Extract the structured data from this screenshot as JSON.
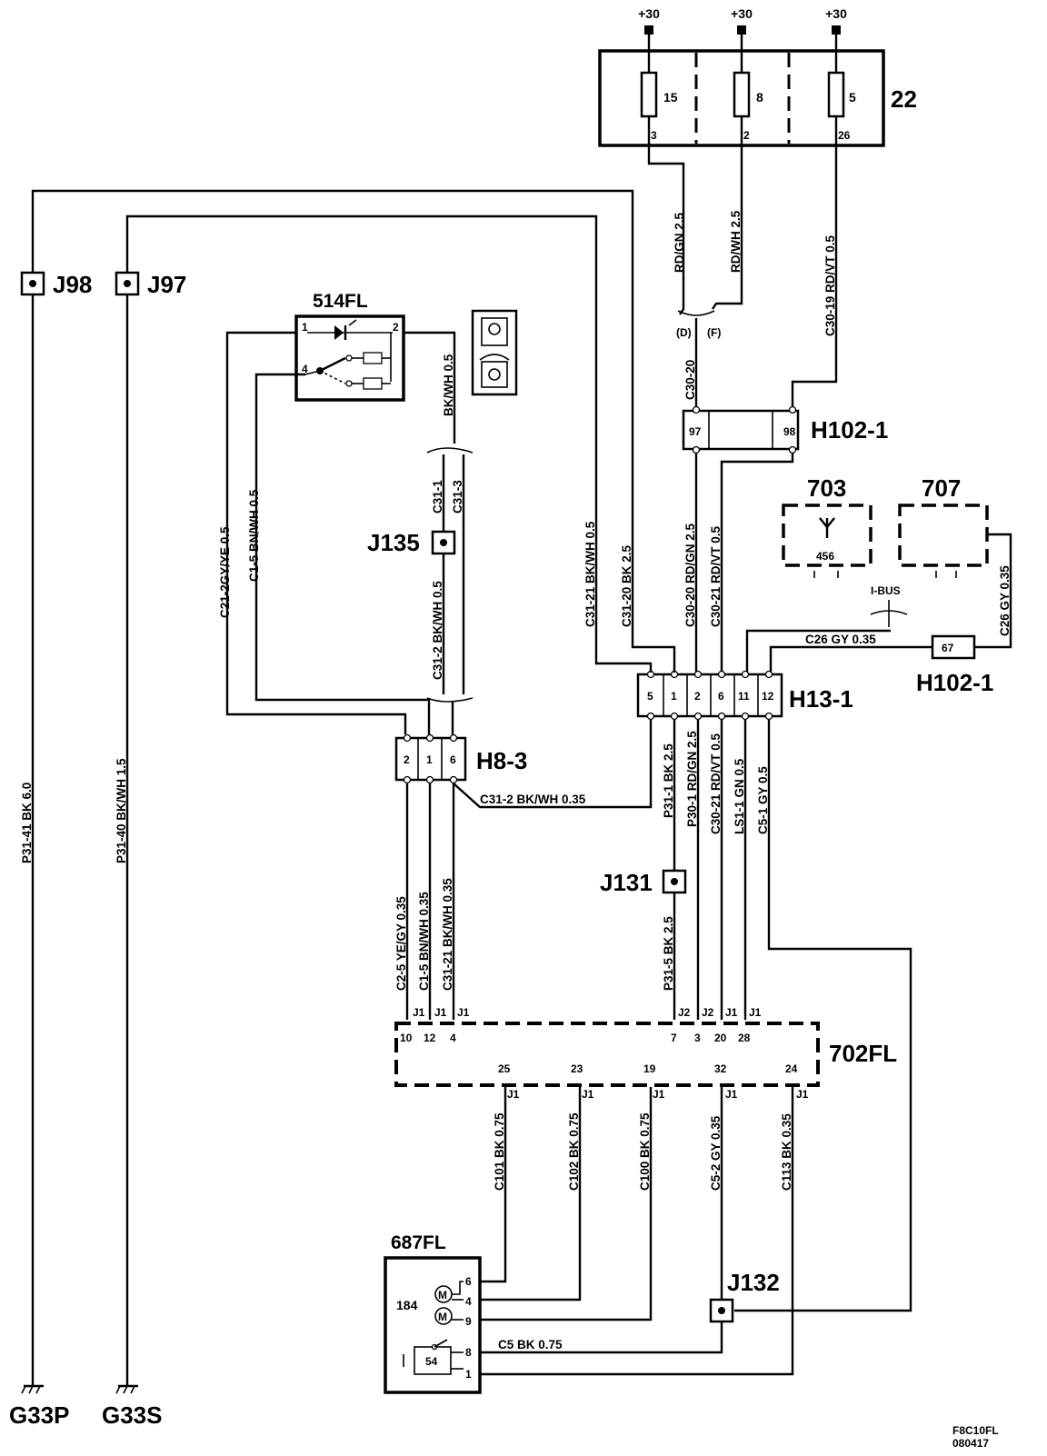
{
  "colors": {
    "ink": "#000000",
    "paper": "#ffffff"
  },
  "supply": {
    "label": "+30"
  },
  "fuse_box": {
    "id": "22",
    "fuses": [
      {
        "number": "15",
        "output_pin": "3"
      },
      {
        "number": "8",
        "output_pin": "2"
      },
      {
        "number": "5",
        "output_pin": "26"
      }
    ]
  },
  "splices": {
    "j98": "J98",
    "j97": "J97",
    "j135": "J135",
    "j131": "J131",
    "j132": "J132"
  },
  "grounds": {
    "g33p": "G33P",
    "g33s": "G33S"
  },
  "components": {
    "switch_514fl": {
      "id": "514FL",
      "pin1": "1",
      "pin2": "2",
      "pin4": "4"
    },
    "fan_703": {
      "id": "703",
      "pin": "456"
    },
    "module_707": {
      "id": "707"
    },
    "module_702fl": {
      "id": "702FL"
    },
    "motor_687fl": {
      "id": "687FL",
      "motor": "184",
      "switch": "54",
      "pins": [
        "6",
        "4",
        "9",
        "8",
        "1"
      ]
    }
  },
  "connectors": {
    "h102_1": {
      "id": "H102-1",
      "pins": [
        "97",
        "98"
      ]
    },
    "h102_1_b": {
      "id": "H102-1",
      "pins": [
        "67"
      ]
    },
    "h13_1": {
      "id": "H13-1",
      "pins": [
        "5",
        "1",
        "2",
        "6",
        "11",
        "12"
      ]
    },
    "h8_3": {
      "id": "H8-3",
      "pins": [
        "2",
        "1",
        "6"
      ]
    }
  },
  "pins_702fl": {
    "top": [
      {
        "pin": "10",
        "conn": "J1"
      },
      {
        "pin": "12",
        "conn": "J1"
      },
      {
        "pin": "4",
        "conn": "J1"
      },
      {
        "pin": "7",
        "conn": "J2"
      },
      {
        "pin": "3",
        "conn": "J2"
      },
      {
        "pin": "20",
        "conn": "J1"
      },
      {
        "pin": "28",
        "conn": "J1"
      }
    ],
    "bottom": [
      {
        "pin": "25",
        "conn": "J1"
      },
      {
        "pin": "23",
        "conn": "J1"
      },
      {
        "pin": "19",
        "conn": "J1"
      },
      {
        "pin": "32",
        "conn": "J1"
      },
      {
        "pin": "24",
        "conn": "J1"
      }
    ]
  },
  "bus": {
    "label": "I-BUS"
  },
  "wire_labels": {
    "fuse15": "RD/GN 2.5",
    "fuse8": "RD/WH 2.5",
    "fuse5": "C30-19  RD/VT  0.5",
    "pin_d": "(D)",
    "pin_f": "(F)",
    "c30_20_top": "C30-20",
    "bkwh_514": "BK/WH  0.5",
    "c31_1": "C31-1",
    "c31_3": "C31-3",
    "c31_2_left": "C31-2  BK/WH  0.5",
    "c21_2": "C21-2GY/YE  0.5",
    "c1_5_top": "C1-5 BN/WH  0.5",
    "c31_21_top": "C31-21  BK/WH  0.5",
    "c31_20": "C31-20  BK  2.5",
    "c30_20_mid": "C30-20  RD/GN  2.5",
    "c30_21_mid": "C30-21  RD/VT  0.5",
    "c26_gy_horiz": "C26  GY  0.35",
    "c26_gy_vert": "C26  GY  0.35",
    "c31_2_horiz": "C31-2  BK/WH  0.35",
    "p31_1": "P31-1  BK  2.5",
    "p30_1": "P30-1  RD/GN  2.5",
    "c30_21_low": "C30-21  RD/VT  0.5",
    "ls1_1": "LS1-1  GN  0.5",
    "c5_1": "C5-1  GY  0.5",
    "p31_5": "P31-5  BK  2.5",
    "c2_5": "C2-5  YE/GY  0.35",
    "c1_5_low": "C1-5  BN/WH  0.35",
    "c31_21_low": "C31-21  BK/WH  0.35",
    "p31_41": "P31-41  BK  6.0",
    "p31_40": "P31-40  BK/WH  1.5",
    "c101": "C101  BK  0.75",
    "c102": "C102  BK  0.75",
    "c100": "C100  BK  0.75",
    "c5_2": "C5-2  GY  0.35",
    "c113": "C113  BK  0.35",
    "c5_bk": "C5  BK  0.75"
  },
  "footer": {
    "ref": "F8C10FL",
    "date": "080417"
  }
}
